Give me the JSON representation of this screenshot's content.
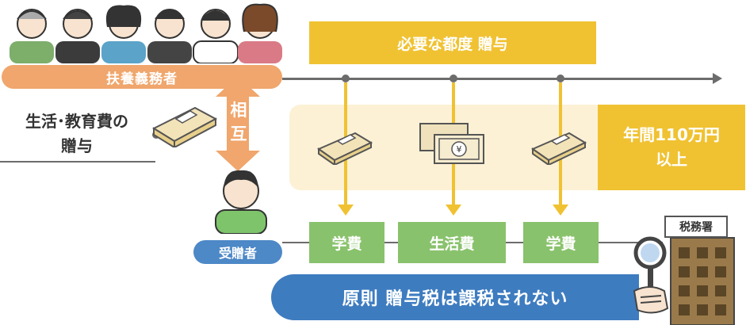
{
  "supporter": {
    "label": "扶養義務者"
  },
  "recipient": {
    "label": "受贈者"
  },
  "gift_label": {
    "line1": "生活･教育費の",
    "line2": "贈与"
  },
  "mutual": {
    "char1": "相",
    "char2": "互"
  },
  "need_banner": {
    "label": "必要な都度 贈与"
  },
  "amount_box": {
    "line1": "年間110万円",
    "line2": "以上"
  },
  "expenses": [
    {
      "label": "学費"
    },
    {
      "label": "生活費"
    },
    {
      "label": "学費"
    }
  ],
  "tax_office": {
    "label": "税務署"
  },
  "principle": {
    "label": "原則 贈与税は課税されない"
  },
  "colors": {
    "orange": "#F0A66C",
    "yellow": "#F0C232",
    "pale_yellow": "#FCF1D5",
    "green": "#89C26C",
    "blue": "#3E7CC0",
    "gray_line": "#6c6c6c"
  }
}
